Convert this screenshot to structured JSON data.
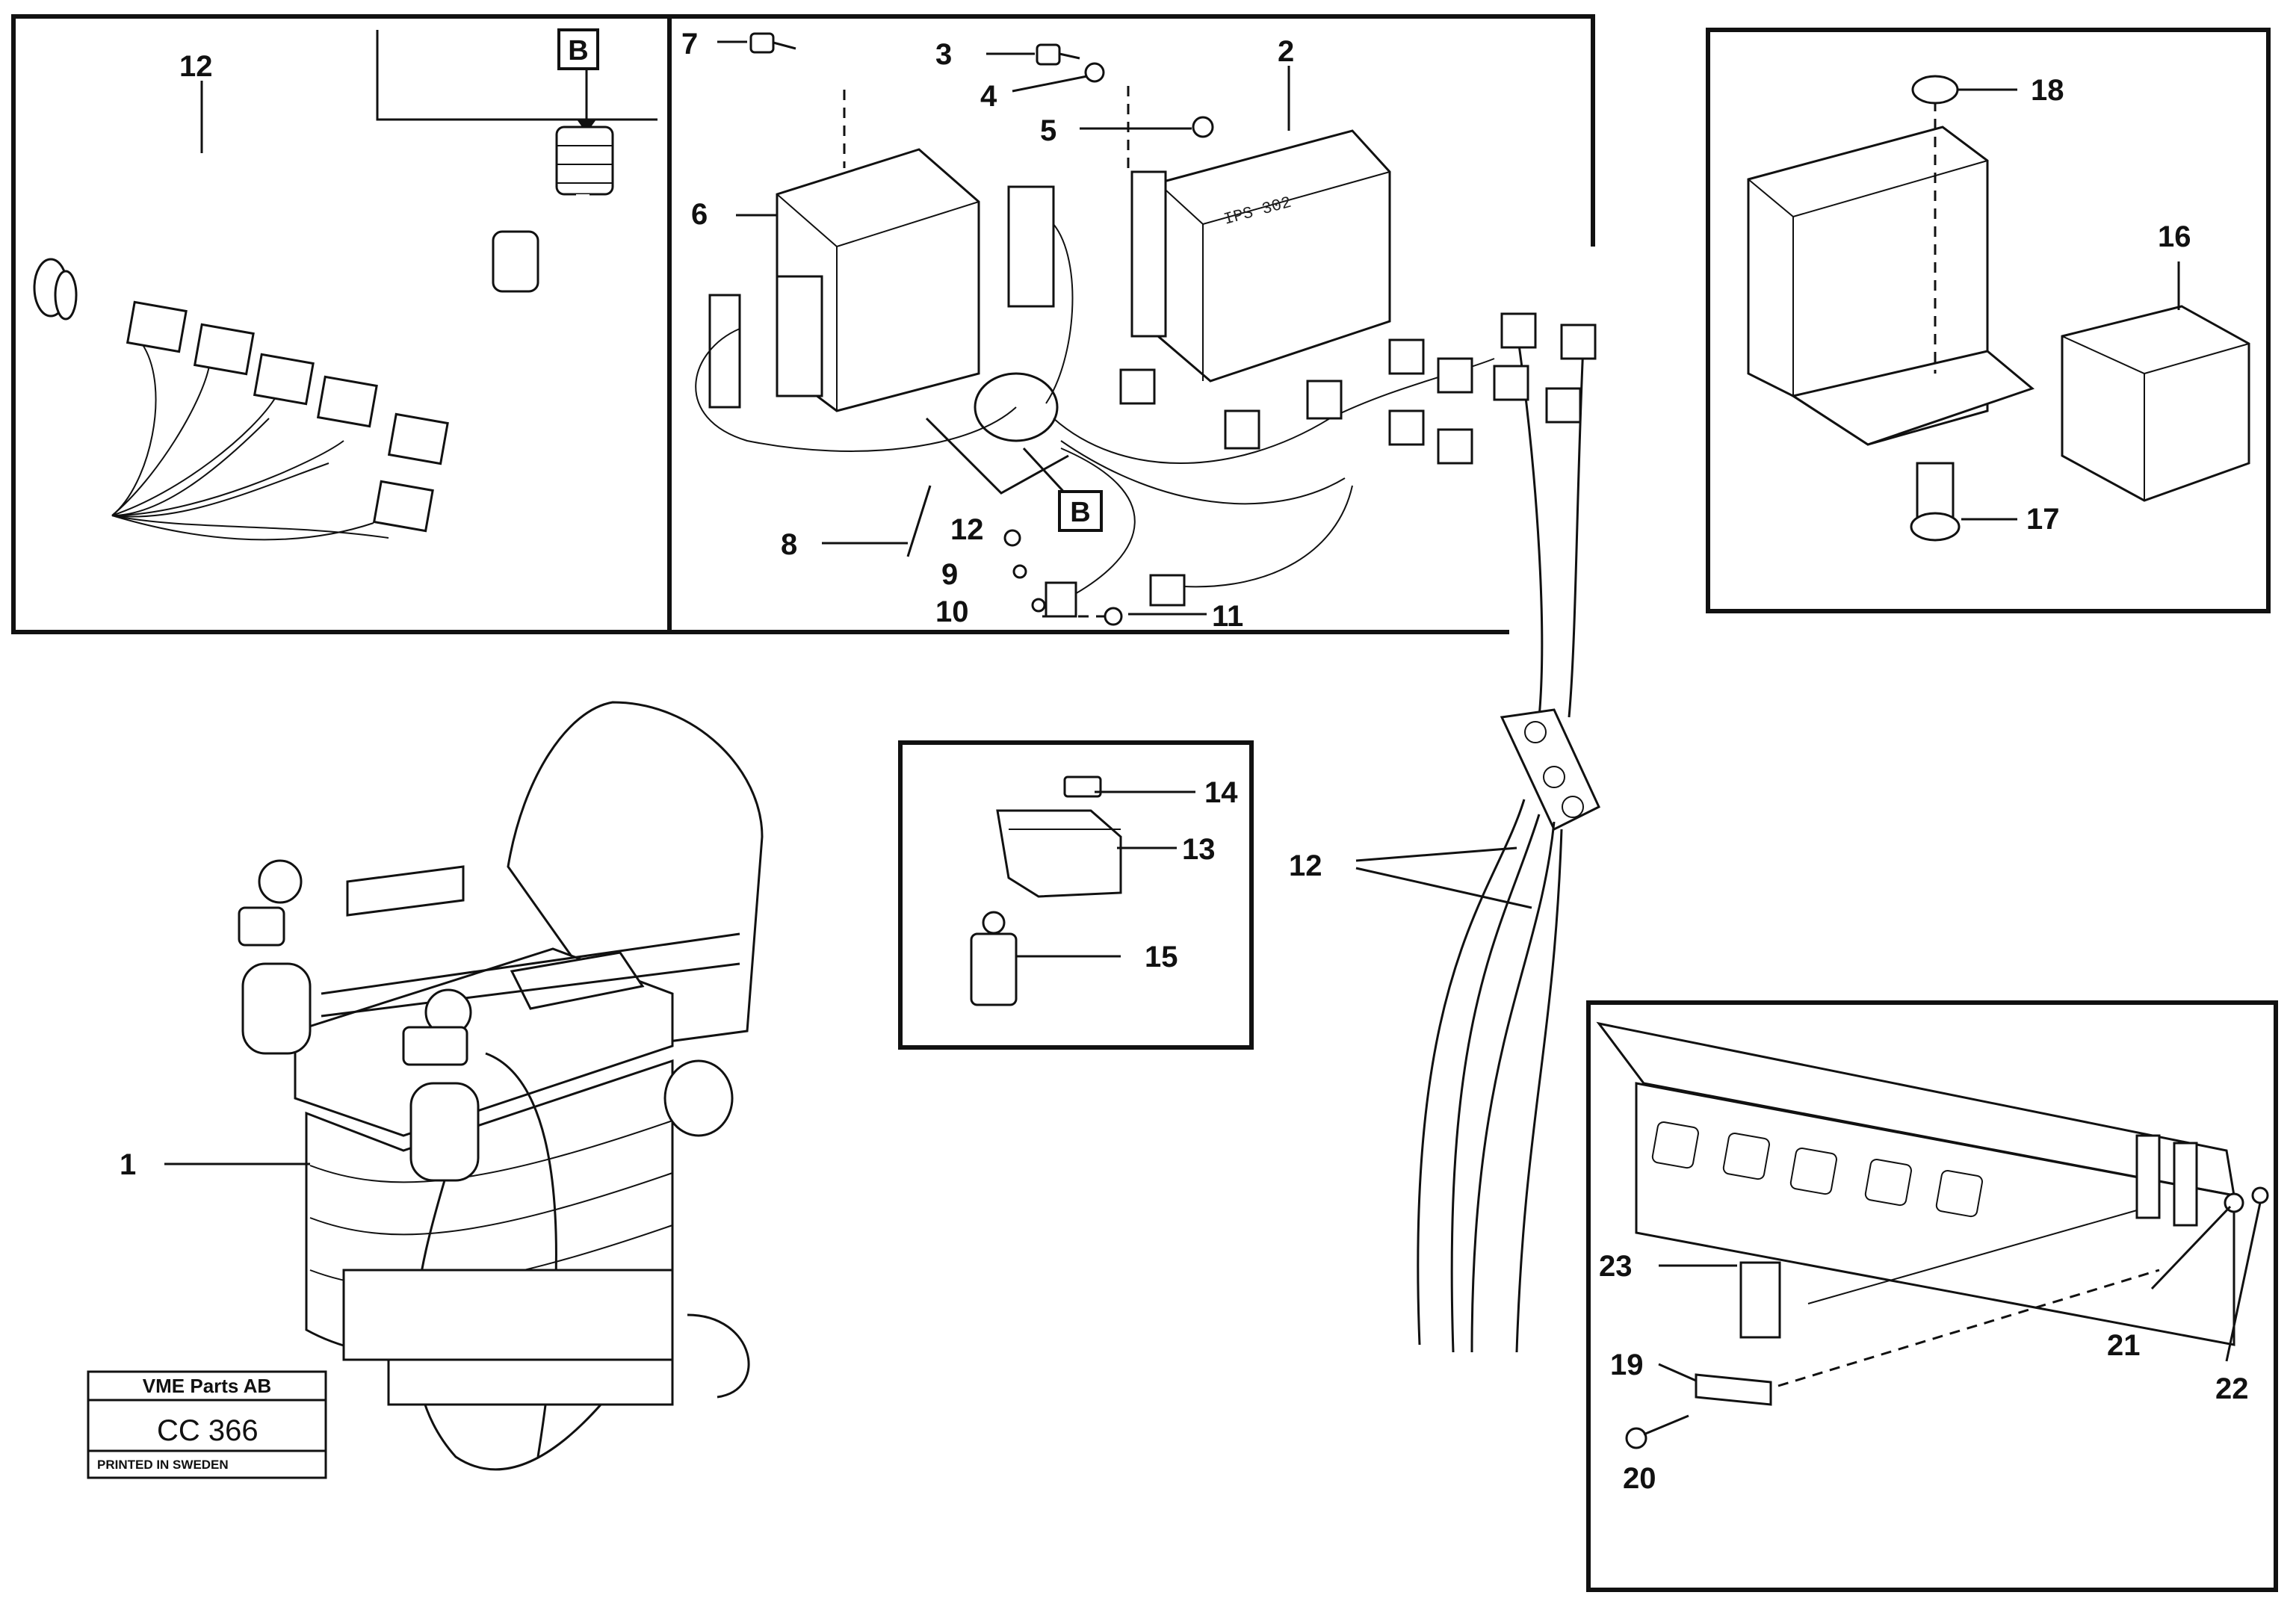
{
  "diagram": {
    "callouts": {
      "c1": "1",
      "c2": "2",
      "c3": "3",
      "c4": "4",
      "c5": "5",
      "c6": "6",
      "c7": "7",
      "c8": "8",
      "c9": "9",
      "c10": "10",
      "c11": "11",
      "c12a": "12",
      "c12b": "12",
      "c12c": "12",
      "c13": "13",
      "c14": "14",
      "c15": "15",
      "c16": "16",
      "c17": "17",
      "c18": "18",
      "c19": "19",
      "c20": "20",
      "c21": "21",
      "c22": "22",
      "c23": "23"
    },
    "connector_marker_a": "B",
    "connector_marker_b": "B",
    "module_marking": "IPS 302"
  },
  "stamp": {
    "company": "VME Parts AB",
    "code": "CC 366",
    "footer": "PRINTED IN SWEDEN"
  }
}
